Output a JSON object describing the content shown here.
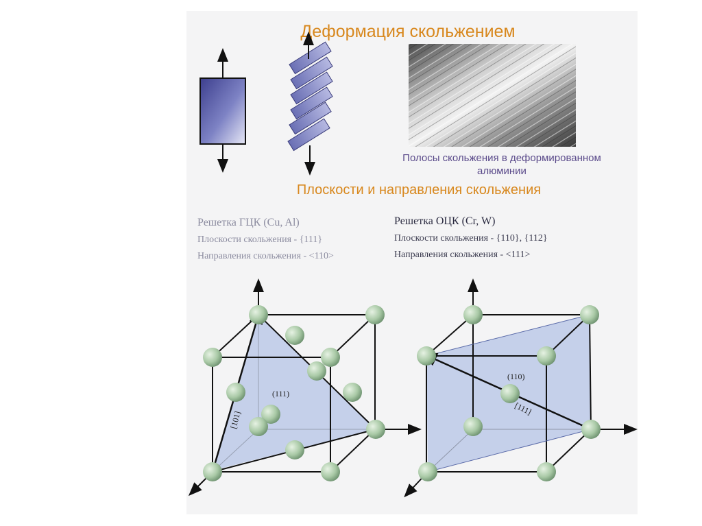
{
  "title": "Деформация скольжением",
  "photo_caption_line1": "Полосы скольжения в деформированном",
  "photo_caption_line2": "алюминии",
  "subtitle": "Плоскости и направления скольжения",
  "fcc": {
    "header": "Решетка ГЦК (Cu, Al)",
    "planes": "Плоскости скольжения - {111}",
    "directions": "Направления скольжения - <110>",
    "plane_label": "(111)",
    "direction_label": "[101]"
  },
  "bcc": {
    "header": "Решетка ОЦК (Cr, W)",
    "planes": "Плоскости скольжения - {110}, {112}",
    "directions": "Направления скольжения - <111>",
    "plane_label": "(110)",
    "direction_label": "[111]"
  },
  "colors": {
    "title": "#d8881e",
    "caption": "#5a4a8a",
    "atom": "#a9c9a6",
    "plane": "#9fb3e0"
  }
}
